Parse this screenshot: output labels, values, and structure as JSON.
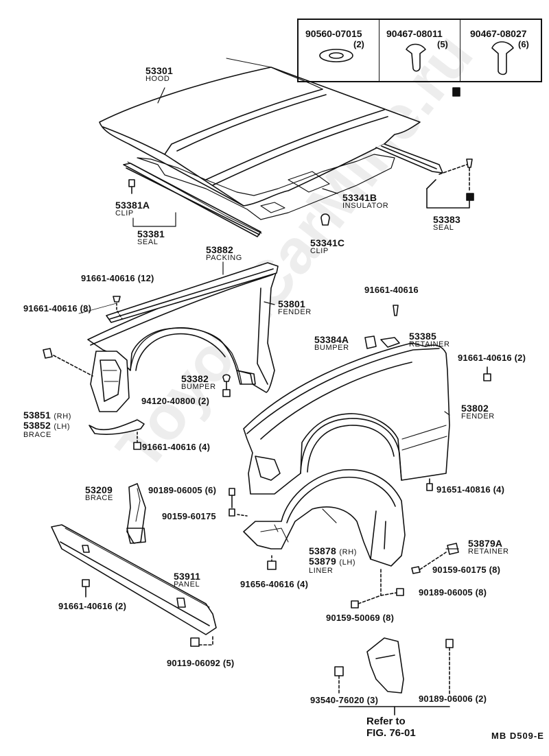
{
  "legend": [
    {
      "part": "90560-07015",
      "qty": "(2)"
    },
    {
      "part": "90467-08011",
      "qty": "(5)"
    },
    {
      "part": "90467-08027",
      "qty": "(6)"
    }
  ],
  "callouts": {
    "hood": {
      "num": "53301",
      "name": "HOOD"
    },
    "clip_a": {
      "num": "53381A",
      "name": "CLIP"
    },
    "seal": {
      "num": "53381",
      "name": "SEAL"
    },
    "insulator": {
      "num": "53341B",
      "name": "INSULATOR"
    },
    "seal_rear": {
      "num": "53383",
      "name": "SEAL"
    },
    "clip_c": {
      "num": "53341C",
      "name": "CLIP"
    },
    "packing": {
      "num": "53882",
      "name": "PACKING"
    },
    "bolt_12": {
      "num": "91661-40616 (12)"
    },
    "bolt_8": {
      "num": "91661-40616 (8)"
    },
    "fender_rh": {
      "num": "53801",
      "name": "FENDER"
    },
    "bolt_single": {
      "num": "91661-40616"
    },
    "bumper_a": {
      "num": "53384A",
      "name": "BUMPER"
    },
    "retainer": {
      "num": "53385",
      "name": "RETAINER"
    },
    "bolt_2": {
      "num": "91661-40616 (2)"
    },
    "bumper": {
      "num": "53382",
      "name": "BUMPER"
    },
    "nut_2": {
      "num": "94120-40800 (2)"
    },
    "brace_rh": {
      "num": "53851",
      "side": "(RH)"
    },
    "brace_lh": {
      "num": "53852",
      "side": "(LH)",
      "name": "BRACE"
    },
    "bolt_4": {
      "num": "91661-40616 (4)"
    },
    "fender_lh": {
      "num": "53802",
      "name": "FENDER"
    },
    "screw_4": {
      "num": "91651-40816 (4)"
    },
    "brace2": {
      "num": "53209",
      "name": "BRACE"
    },
    "clip_6": {
      "num": "90189-06005 (6)"
    },
    "screw_6017": {
      "num": "90159-60175"
    },
    "liner_rh": {
      "num": "53878",
      "side": "(RH)"
    },
    "liner_lh": {
      "num": "53879",
      "side": "(LH)",
      "name": "LINER"
    },
    "retainer_a": {
      "num": "53879A",
      "name": "RETAINER"
    },
    "screw_8": {
      "num": "90159-60175 (8)"
    },
    "clip_8": {
      "num": "90189-06005 (8)"
    },
    "bolt_4b": {
      "num": "91656-40616 (4)"
    },
    "panel": {
      "num": "53911",
      "name": "PANEL"
    },
    "bolt_2b": {
      "num": "91661-40616 (2)"
    },
    "screw_50069": {
      "num": "90159-50069 (8)"
    },
    "clip_5": {
      "num": "90119-06092 (5)"
    },
    "screw_3": {
      "num": "93540-76020 (3)"
    },
    "clip_2": {
      "num": "90189-06006 (2)"
    }
  },
  "refer": {
    "line1": "Refer to",
    "line2": "FIG. 76-01"
  },
  "code": "MB  D509-E",
  "watermark": "ToyotaCarMine.ru"
}
